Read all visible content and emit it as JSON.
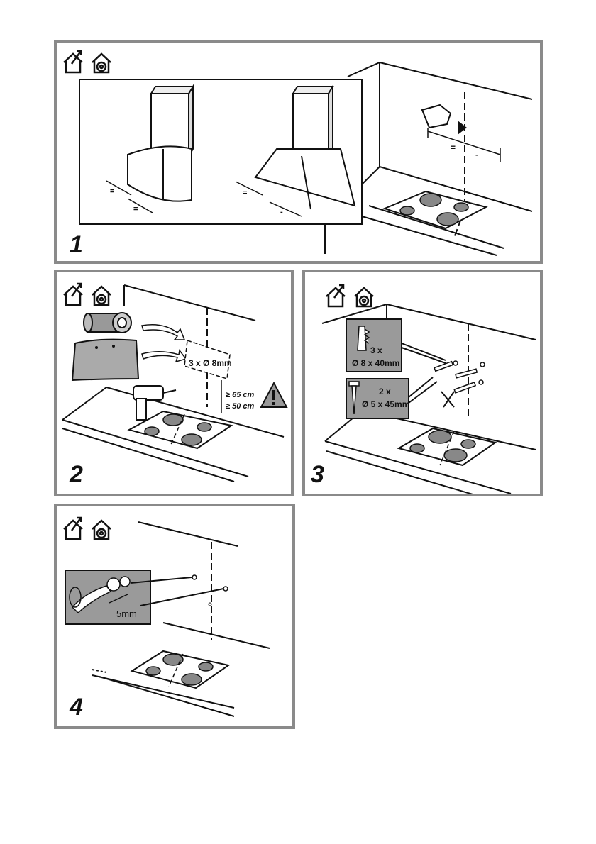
{
  "panel1": {
    "step": "1"
  },
  "panel2": {
    "step": "2",
    "holes_label": "3 x Ø 8mm",
    "min_height_gas": "≥ 65 cm",
    "min_height_electric": "≥ 50 cm"
  },
  "panel3": {
    "step": "3",
    "plugs_count": "3 x",
    "plugs_size": "Ø 8 x 40mm",
    "screws_count": "2 x",
    "screws_size": "Ø 5 x 45mm"
  },
  "panel4": {
    "step": "4",
    "gap_label": "5mm"
  },
  "icons": [
    "extraction-mode-icon",
    "recirculation-mode-icon"
  ],
  "colors": {
    "frame": "#8a8a8a",
    "inset_gray": "#9a9a9a",
    "burner": "#888888"
  }
}
